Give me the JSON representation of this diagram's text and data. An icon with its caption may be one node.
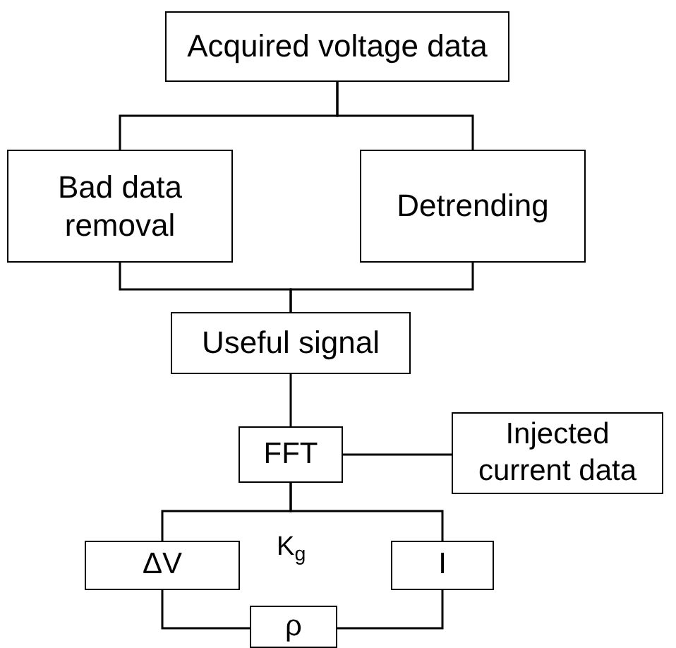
{
  "diagram": {
    "nodes": [
      {
        "text": [
          "Acquired voltage data"
        ]
      },
      {
        "text": [
          "Bad data removal"
        ]
      },
      {
        "text": [
          "Detrending"
        ]
      },
      {
        "text": [
          "Useful signal"
        ]
      },
      {
        "text": [
          "FFT"
        ]
      },
      {
        "text": [
          "Injected current data"
        ]
      },
      {
        "text": [
          "ΔV"
        ]
      },
      {
        "text": [
          "I"
        ]
      },
      {
        "text": [
          "ρ"
        ]
      }
    ],
    "edges": [
      {
        "from": 0,
        "to": 1,
        "arrow": "none"
      },
      {
        "from": 0,
        "to": 2,
        "arrow": "none"
      },
      {
        "from": 1,
        "to": 3,
        "arrow": "none"
      },
      {
        "from": 2,
        "to": 3,
        "arrow": "none"
      },
      {
        "from": 3,
        "to": 4,
        "arrow": "none"
      },
      {
        "from": 4,
        "to": 5,
        "arrow": "none"
      },
      {
        "from": 4,
        "to": 6,
        "arrow": "none"
      },
      {
        "from": 4,
        "to": 7,
        "arrow": "none"
      },
      {
        "from": 6,
        "to": 8,
        "arrow": "none"
      },
      {
        "from": 7,
        "to": 8,
        "arrow": "none"
      }
    ],
    "labels": [
      "K$_{g}$"
    ]
  }
}
